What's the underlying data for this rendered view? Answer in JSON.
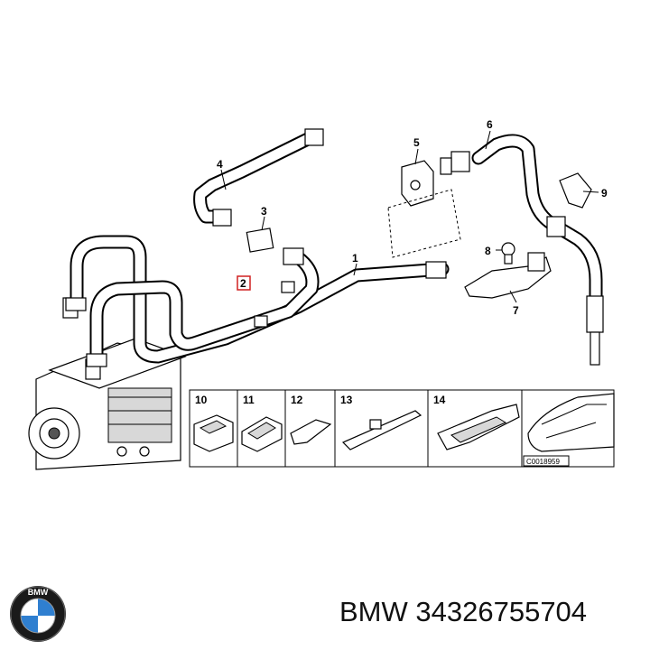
{
  "diagram": {
    "callouts": {
      "c1": "1",
      "c2": "2",
      "c3": "3",
      "c4": "4",
      "c5": "5",
      "c6": "6",
      "c7": "7",
      "c8": "8",
      "c9": "9"
    },
    "highlighted_callout": "2",
    "strip": {
      "items": [
        "10",
        "11",
        "12",
        "13",
        "14"
      ],
      "code": "C0018959"
    }
  },
  "brand": {
    "name": "BMW",
    "part_number": "34326755704",
    "logo_letters": "BMW",
    "logo_colors": {
      "blue": "#2f7fd0",
      "white": "#ffffff",
      "ring": "#1a1a1a"
    }
  }
}
